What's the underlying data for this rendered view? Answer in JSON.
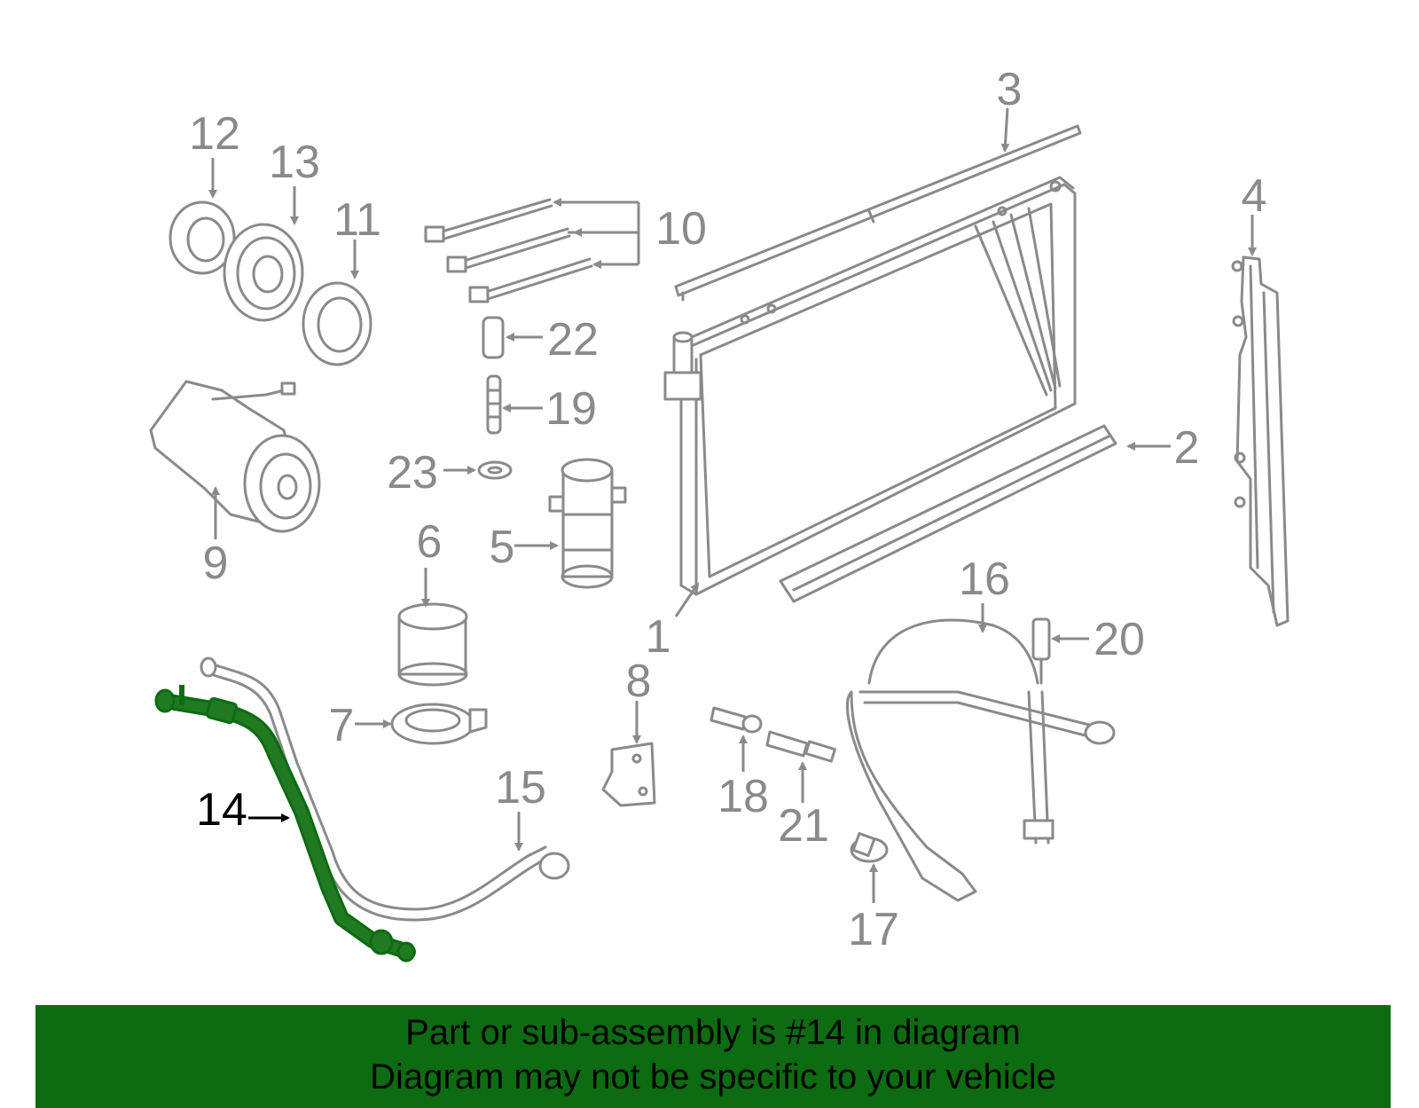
{
  "colors": {
    "part_gray": "#8a8a8a",
    "highlight_green": "#0d6b12",
    "highlight_fill": "#1f7a22",
    "footer_bg": "#0d6b12",
    "callout_text": "#000000"
  },
  "highlighted_part": "14",
  "callouts": [
    {
      "id": "1",
      "label": "1"
    },
    {
      "id": "2",
      "label": "2"
    },
    {
      "id": "3",
      "label": "3"
    },
    {
      "id": "4",
      "label": "4"
    },
    {
      "id": "5",
      "label": "5"
    },
    {
      "id": "6",
      "label": "6"
    },
    {
      "id": "7",
      "label": "7"
    },
    {
      "id": "8",
      "label": "8"
    },
    {
      "id": "9",
      "label": "9"
    },
    {
      "id": "10",
      "label": "10"
    },
    {
      "id": "11",
      "label": "11"
    },
    {
      "id": "12",
      "label": "12"
    },
    {
      "id": "13",
      "label": "13"
    },
    {
      "id": "14",
      "label": "14"
    },
    {
      "id": "15",
      "label": "15"
    },
    {
      "id": "16",
      "label": "16"
    },
    {
      "id": "17",
      "label": "17"
    },
    {
      "id": "18",
      "label": "18"
    },
    {
      "id": "19",
      "label": "19"
    },
    {
      "id": "20",
      "label": "20"
    },
    {
      "id": "21",
      "label": "21"
    },
    {
      "id": "22",
      "label": "22"
    },
    {
      "id": "23",
      "label": "23"
    }
  ],
  "footer": {
    "line1": "Part or sub-assembly is #14 in diagram",
    "line2": "Diagram may not be specific to your vehicle"
  }
}
